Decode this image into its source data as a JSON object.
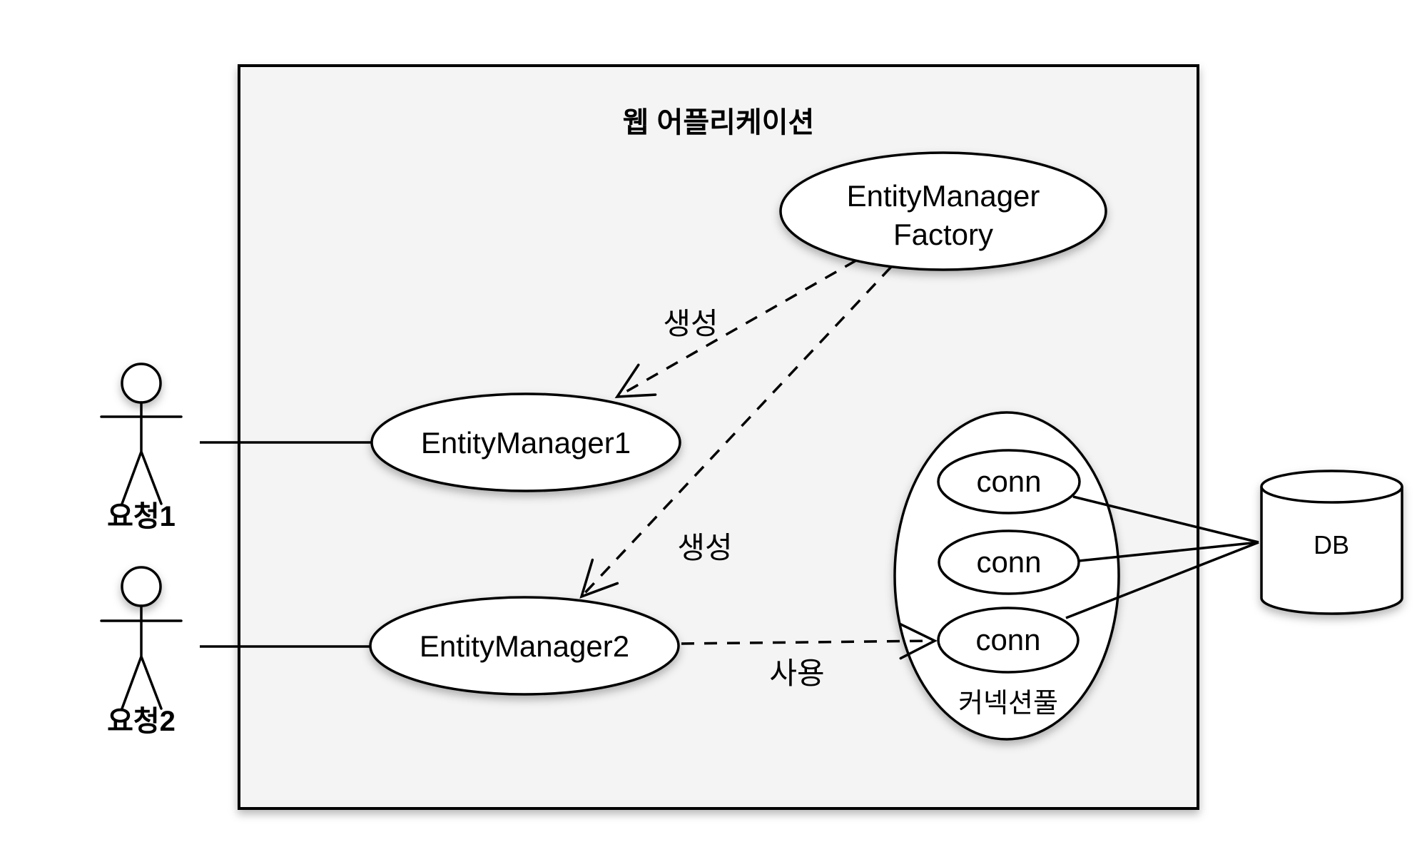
{
  "colors": {
    "background": "#ffffff",
    "container_fill": "#f4f4f4",
    "node_fill": "#ffffff",
    "stroke": "#000000"
  },
  "container": {
    "title": "웹 어플리케이션"
  },
  "actors": [
    {
      "label": "요청1"
    },
    {
      "label": "요청2"
    }
  ],
  "nodes": {
    "factory": {
      "line1": "EntityManager",
      "line2": "Factory"
    },
    "em1": {
      "label": "EntityManager1"
    },
    "em2": {
      "label": "EntityManager2"
    },
    "pool": {
      "label": "커넥션풀",
      "conns": [
        "conn",
        "conn",
        "conn"
      ]
    },
    "db": {
      "label": "DB"
    }
  },
  "edges": [
    {
      "from": "EntityManagerFactory",
      "to": "EntityManager1",
      "label": "생성",
      "style": "dashed-arrow"
    },
    {
      "from": "EntityManagerFactory",
      "to": "EntityManager2",
      "label": "생성",
      "style": "dashed-arrow"
    },
    {
      "from": "EntityManager2",
      "to": "conn",
      "label": "사용",
      "style": "dashed-arrow"
    },
    {
      "from": "요청1",
      "to": "EntityManager1",
      "label": "",
      "style": "solid"
    },
    {
      "from": "요청2",
      "to": "EntityManager2",
      "label": "",
      "style": "solid"
    },
    {
      "from": "conn",
      "to": "DB",
      "label": "",
      "style": "solid"
    },
    {
      "from": "conn",
      "to": "DB",
      "label": "",
      "style": "solid"
    },
    {
      "from": "conn",
      "to": "DB",
      "label": "",
      "style": "solid"
    }
  ]
}
